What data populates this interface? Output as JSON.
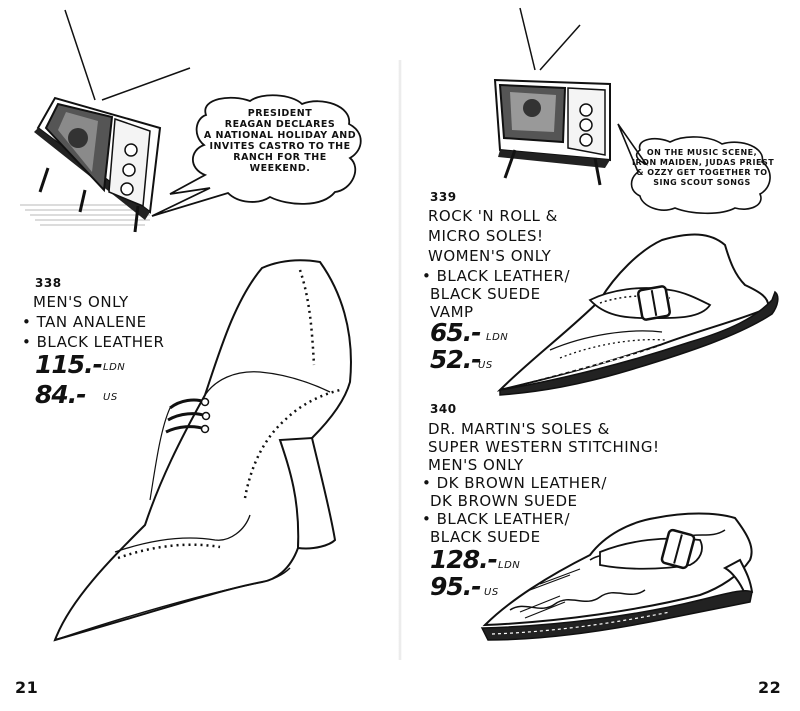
{
  "left": {
    "tv_caption": [
      "President",
      "Reagan declares",
      "a national holiday and",
      "invites Castro to the",
      "ranch for the",
      "weekend."
    ],
    "item": {
      "number": "338",
      "lines": [
        "Men's only",
        "• Tan Analene",
        "• Black leather"
      ],
      "price_ldn": "115.-",
      "ldn_label": "LDN",
      "price_us": "84.-",
      "us_label": "US"
    },
    "page_number": "21"
  },
  "right": {
    "tv_caption": [
      "On the music scene,",
      "Iron Maiden, Judas Priest",
      "& Ozzy get together to",
      "sing scout songs"
    ],
    "item_339": {
      "number": "339",
      "lines": [
        "Rock 'n roll &",
        "micro soles!",
        "Women's only",
        "• Black leather/",
        "Black suede",
        "vamp"
      ],
      "price_ldn": "65.-",
      "ldn_label": "LDN",
      "price_us": "52.-",
      "us_label": "US"
    },
    "item_340": {
      "number": "340",
      "lines": [
        "Dr. Martin's soles &",
        "super western stitching!",
        "Men's only",
        "• Dk brown leather/",
        "Dk brown suede",
        "• Black leather/",
        "Black suede"
      ],
      "price_ldn": "128.-",
      "ldn_label": "LDN",
      "price_us": "95.-",
      "us_label": "US"
    },
    "page_number": "22"
  }
}
